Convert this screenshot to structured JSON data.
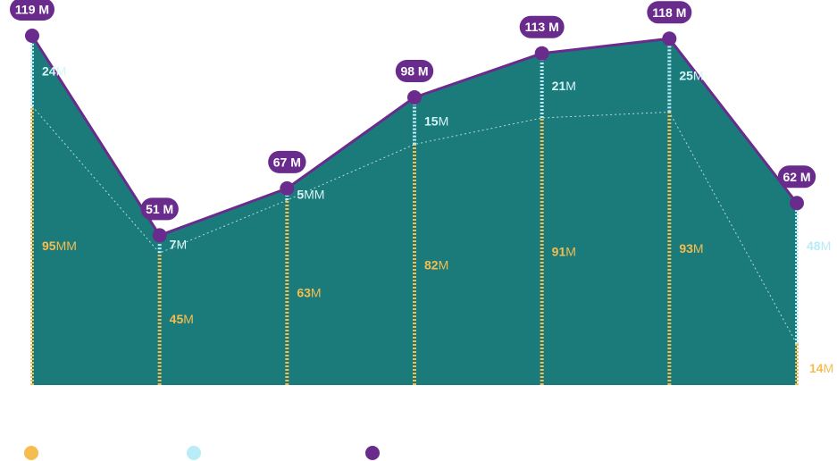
{
  "chart_data": {
    "type": "area",
    "categories": [
      "",
      "",
      "",
      "",
      "",
      "",
      ""
    ],
    "unit_suffix": "M",
    "series": [
      {
        "key": "bottom",
        "values": [
          95,
          45,
          63,
          82,
          91,
          93,
          14
        ],
        "labels": [
          "95MM",
          "45M",
          "63M",
          "82M",
          "91M",
          "93M",
          "14M"
        ],
        "color": "#f5bd4f"
      },
      {
        "key": "top",
        "values": [
          24,
          7,
          5,
          15,
          21,
          25,
          48
        ],
        "labels": [
          "24M",
          "7M",
          "5MM",
          "15M",
          "21M",
          "25M",
          "48M"
        ],
        "color": "#b8ecf7"
      },
      {
        "key": "total",
        "values": [
          119,
          51,
          67,
          98,
          113,
          118,
          62
        ],
        "labels": [
          "119 M",
          "51 M",
          "67 M",
          "98 M",
          "113 M",
          "118 M",
          "62 M"
        ],
        "color": "#6a2c8c"
      }
    ],
    "area_color": "#1b7b7b",
    "ylim": [
      0,
      130
    ],
    "grid": false,
    "legend": {
      "position": "bottom-left",
      "entries": [
        "",
        "",
        ""
      ]
    }
  }
}
